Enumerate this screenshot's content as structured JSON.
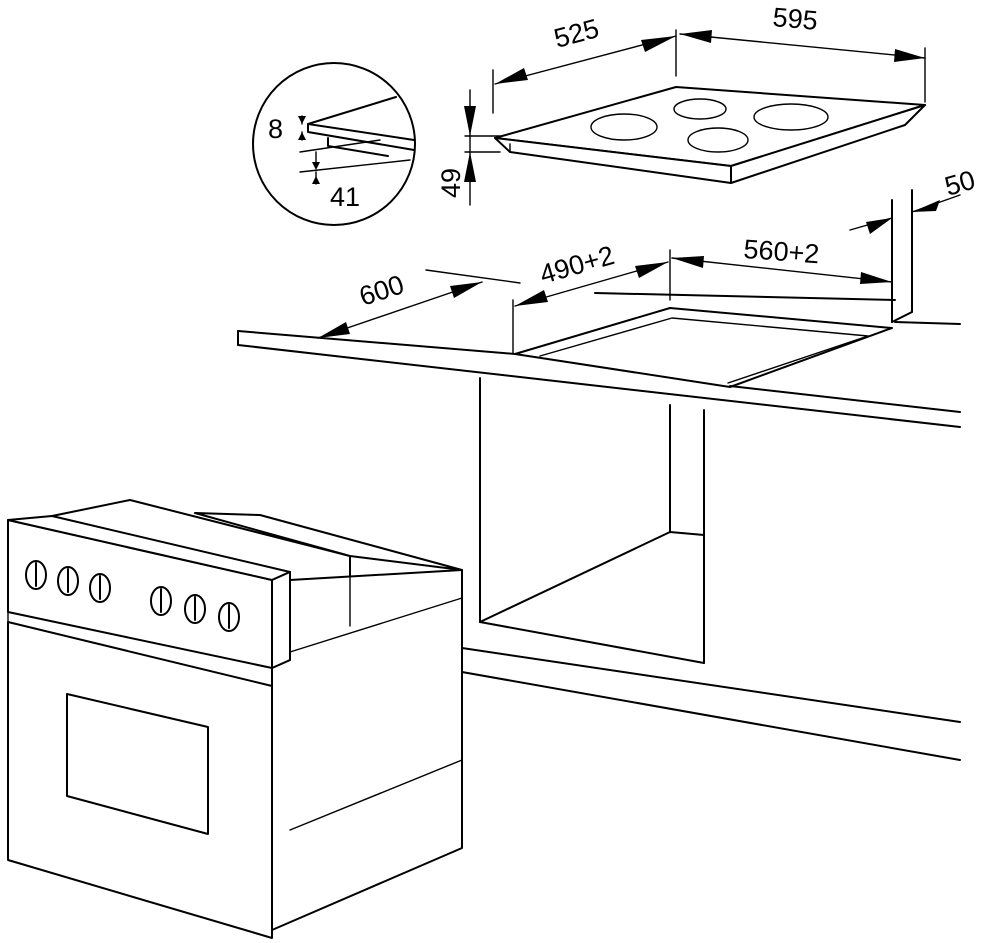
{
  "dimensions": {
    "hob_depth": "525",
    "hob_width": "595",
    "hob_height": "49",
    "detail_top": "8",
    "detail_bottom": "41",
    "wall_gap": "50",
    "counter_depth": "600",
    "cutout_depth": "490+2",
    "cutout_width": "560+2"
  }
}
